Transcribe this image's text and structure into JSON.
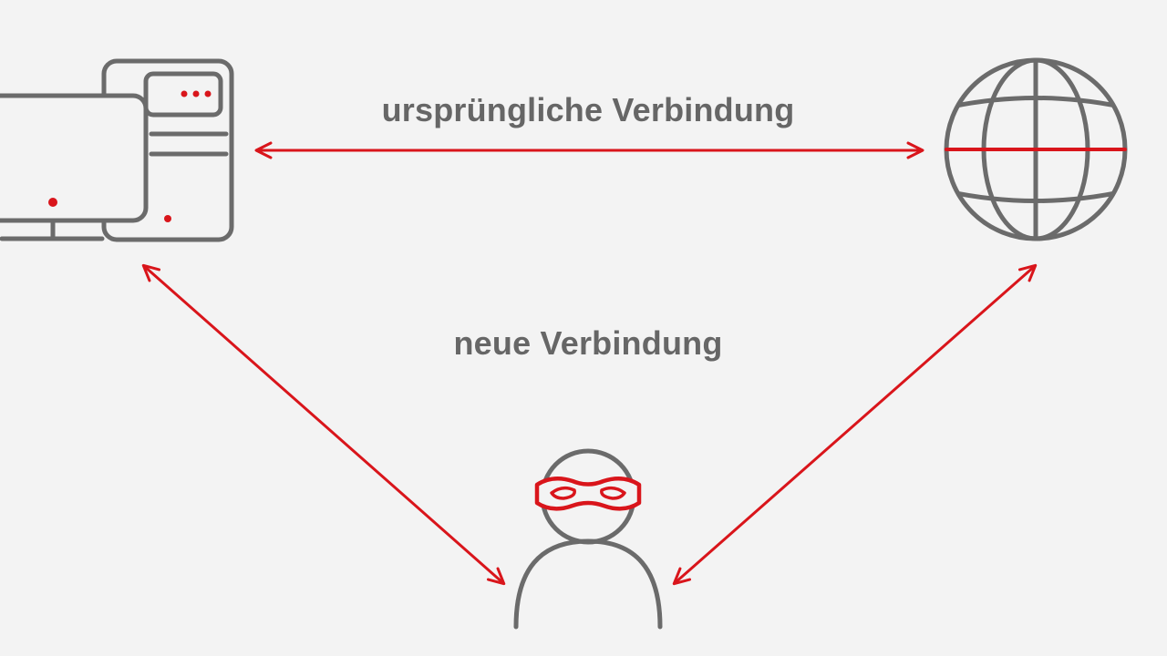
{
  "diagram": {
    "labels": {
      "original_connection": "ursprüngliche Verbindung",
      "new_connection": "neue Verbindung"
    },
    "nodes": [
      {
        "id": "computer",
        "icon": "desktop-computer-icon"
      },
      {
        "id": "internet",
        "icon": "globe-icon"
      },
      {
        "id": "attacker",
        "icon": "masked-person-icon"
      }
    ],
    "connections": [
      {
        "from": "computer",
        "to": "internet",
        "label": "original_connection",
        "direction": "bidirectional"
      },
      {
        "from": "computer",
        "to": "attacker",
        "label": "new_connection",
        "direction": "bidirectional"
      },
      {
        "from": "internet",
        "to": "attacker",
        "label": "new_connection",
        "direction": "bidirectional"
      }
    ],
    "colors": {
      "accent": "#d9151b",
      "stroke": "#6b6b6b",
      "text": "#666666",
      "background": "#f3f3f3"
    }
  }
}
